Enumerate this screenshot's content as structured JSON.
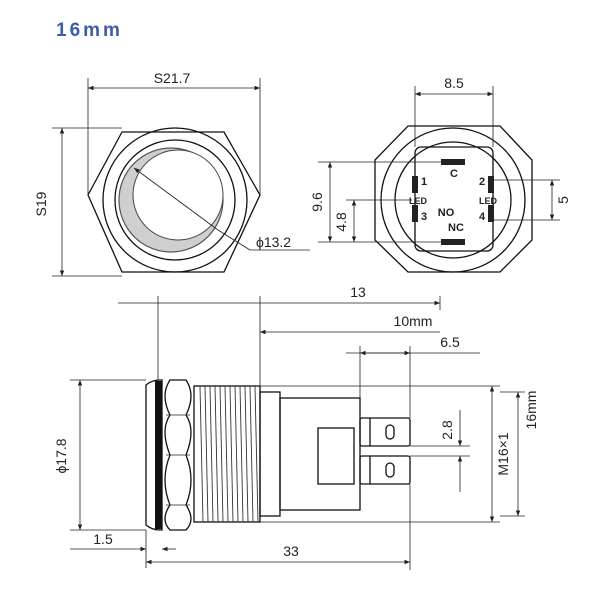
{
  "title": "16mm",
  "top_view": {
    "width_across_corners": "S21.7",
    "width_across_flats": "S19",
    "button_diameter": "ϕ13.2"
  },
  "rear_view": {
    "pin_spacing_width": "8.5",
    "height_a": "9.6",
    "height_b": "4.8",
    "pin_gap": "5",
    "terminals": {
      "c": "C",
      "no": "NO",
      "nc": "NC",
      "led_left": "LED",
      "led_right": "LED",
      "num1": "1",
      "num2": "2",
      "num3": "3",
      "num4": "4"
    }
  },
  "side_view": {
    "body_length": "13",
    "thread_length": "10mm",
    "terminal_length": "6.5",
    "head_diameter": "ϕ17.8",
    "head_thickness": "1.5",
    "total_length": "33",
    "terminal_pitch": "2.8",
    "thread": "M16×1",
    "mount_hole": "16mm"
  }
}
